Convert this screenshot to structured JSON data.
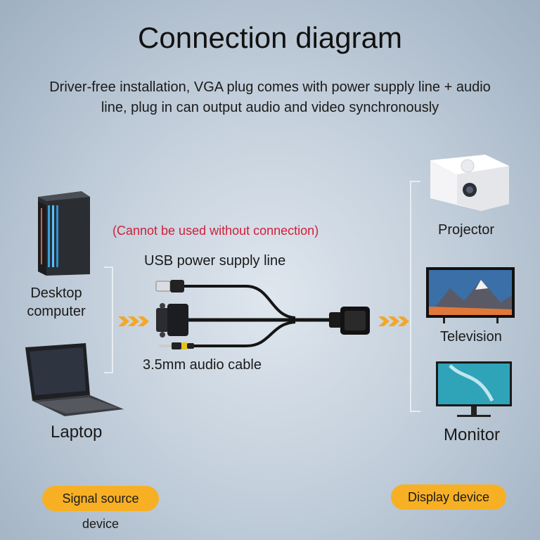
{
  "title": "Connection diagram",
  "subtitle": "Driver-free installation, VGA plug comes with power supply line + audio line, plug in can output audio and video synchronously",
  "warning": "(Cannot be used without connection)",
  "cable": {
    "usb_label": "USB power supply line",
    "audio_label": "3.5mm audio cable"
  },
  "source": {
    "desktop_label": "Desktop computer",
    "laptop_label": "Laptop",
    "badge": "Signal source device"
  },
  "display": {
    "projector_label": "Projector",
    "tv_label": "Television",
    "monitor_label": "Monitor",
    "badge": "Display device"
  },
  "colors": {
    "arrow": "#f5a623",
    "badge": "#f7b024",
    "warning": "#d0203a"
  }
}
